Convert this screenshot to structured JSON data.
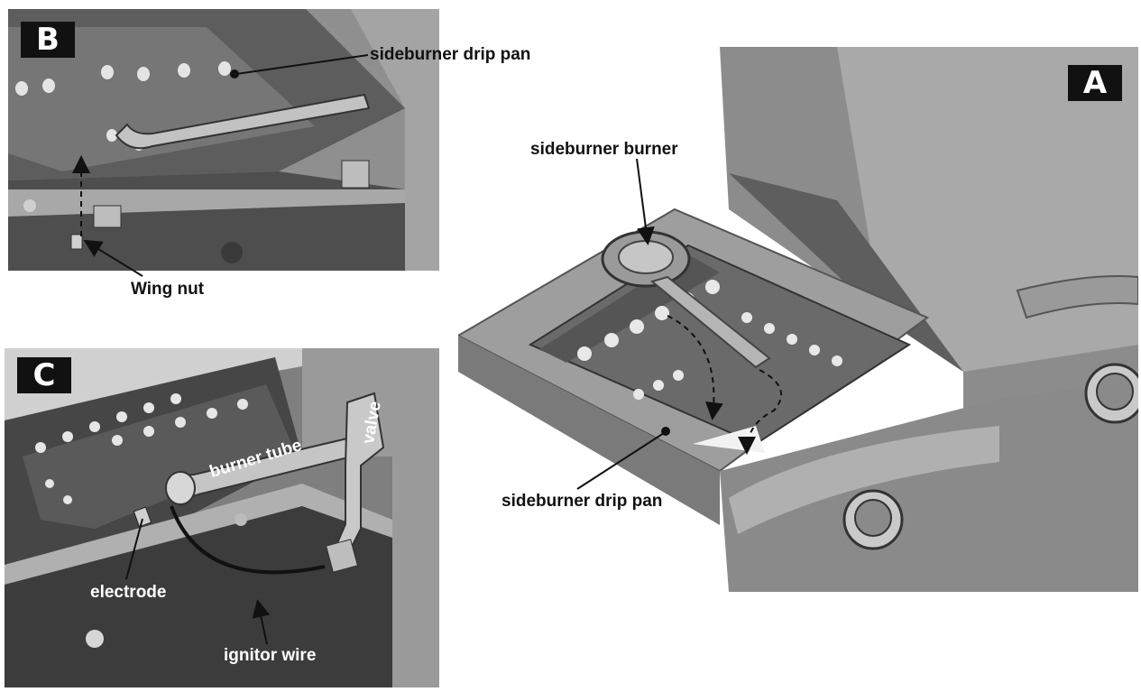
{
  "panels": {
    "a": {
      "tag": "A",
      "labels": {
        "burner": "sideburner burner",
        "drip_pan": "sideburner drip pan"
      }
    },
    "b": {
      "tag": "B",
      "labels": {
        "drip_pan": "sideburner drip pan",
        "wing_nut": "Wing nut"
      }
    },
    "c": {
      "tag": "C",
      "labels": {
        "burner_tube": "burner tube",
        "valve": "valve",
        "electrode": "electrode",
        "ignitor_wire": "ignitor wire"
      }
    }
  }
}
